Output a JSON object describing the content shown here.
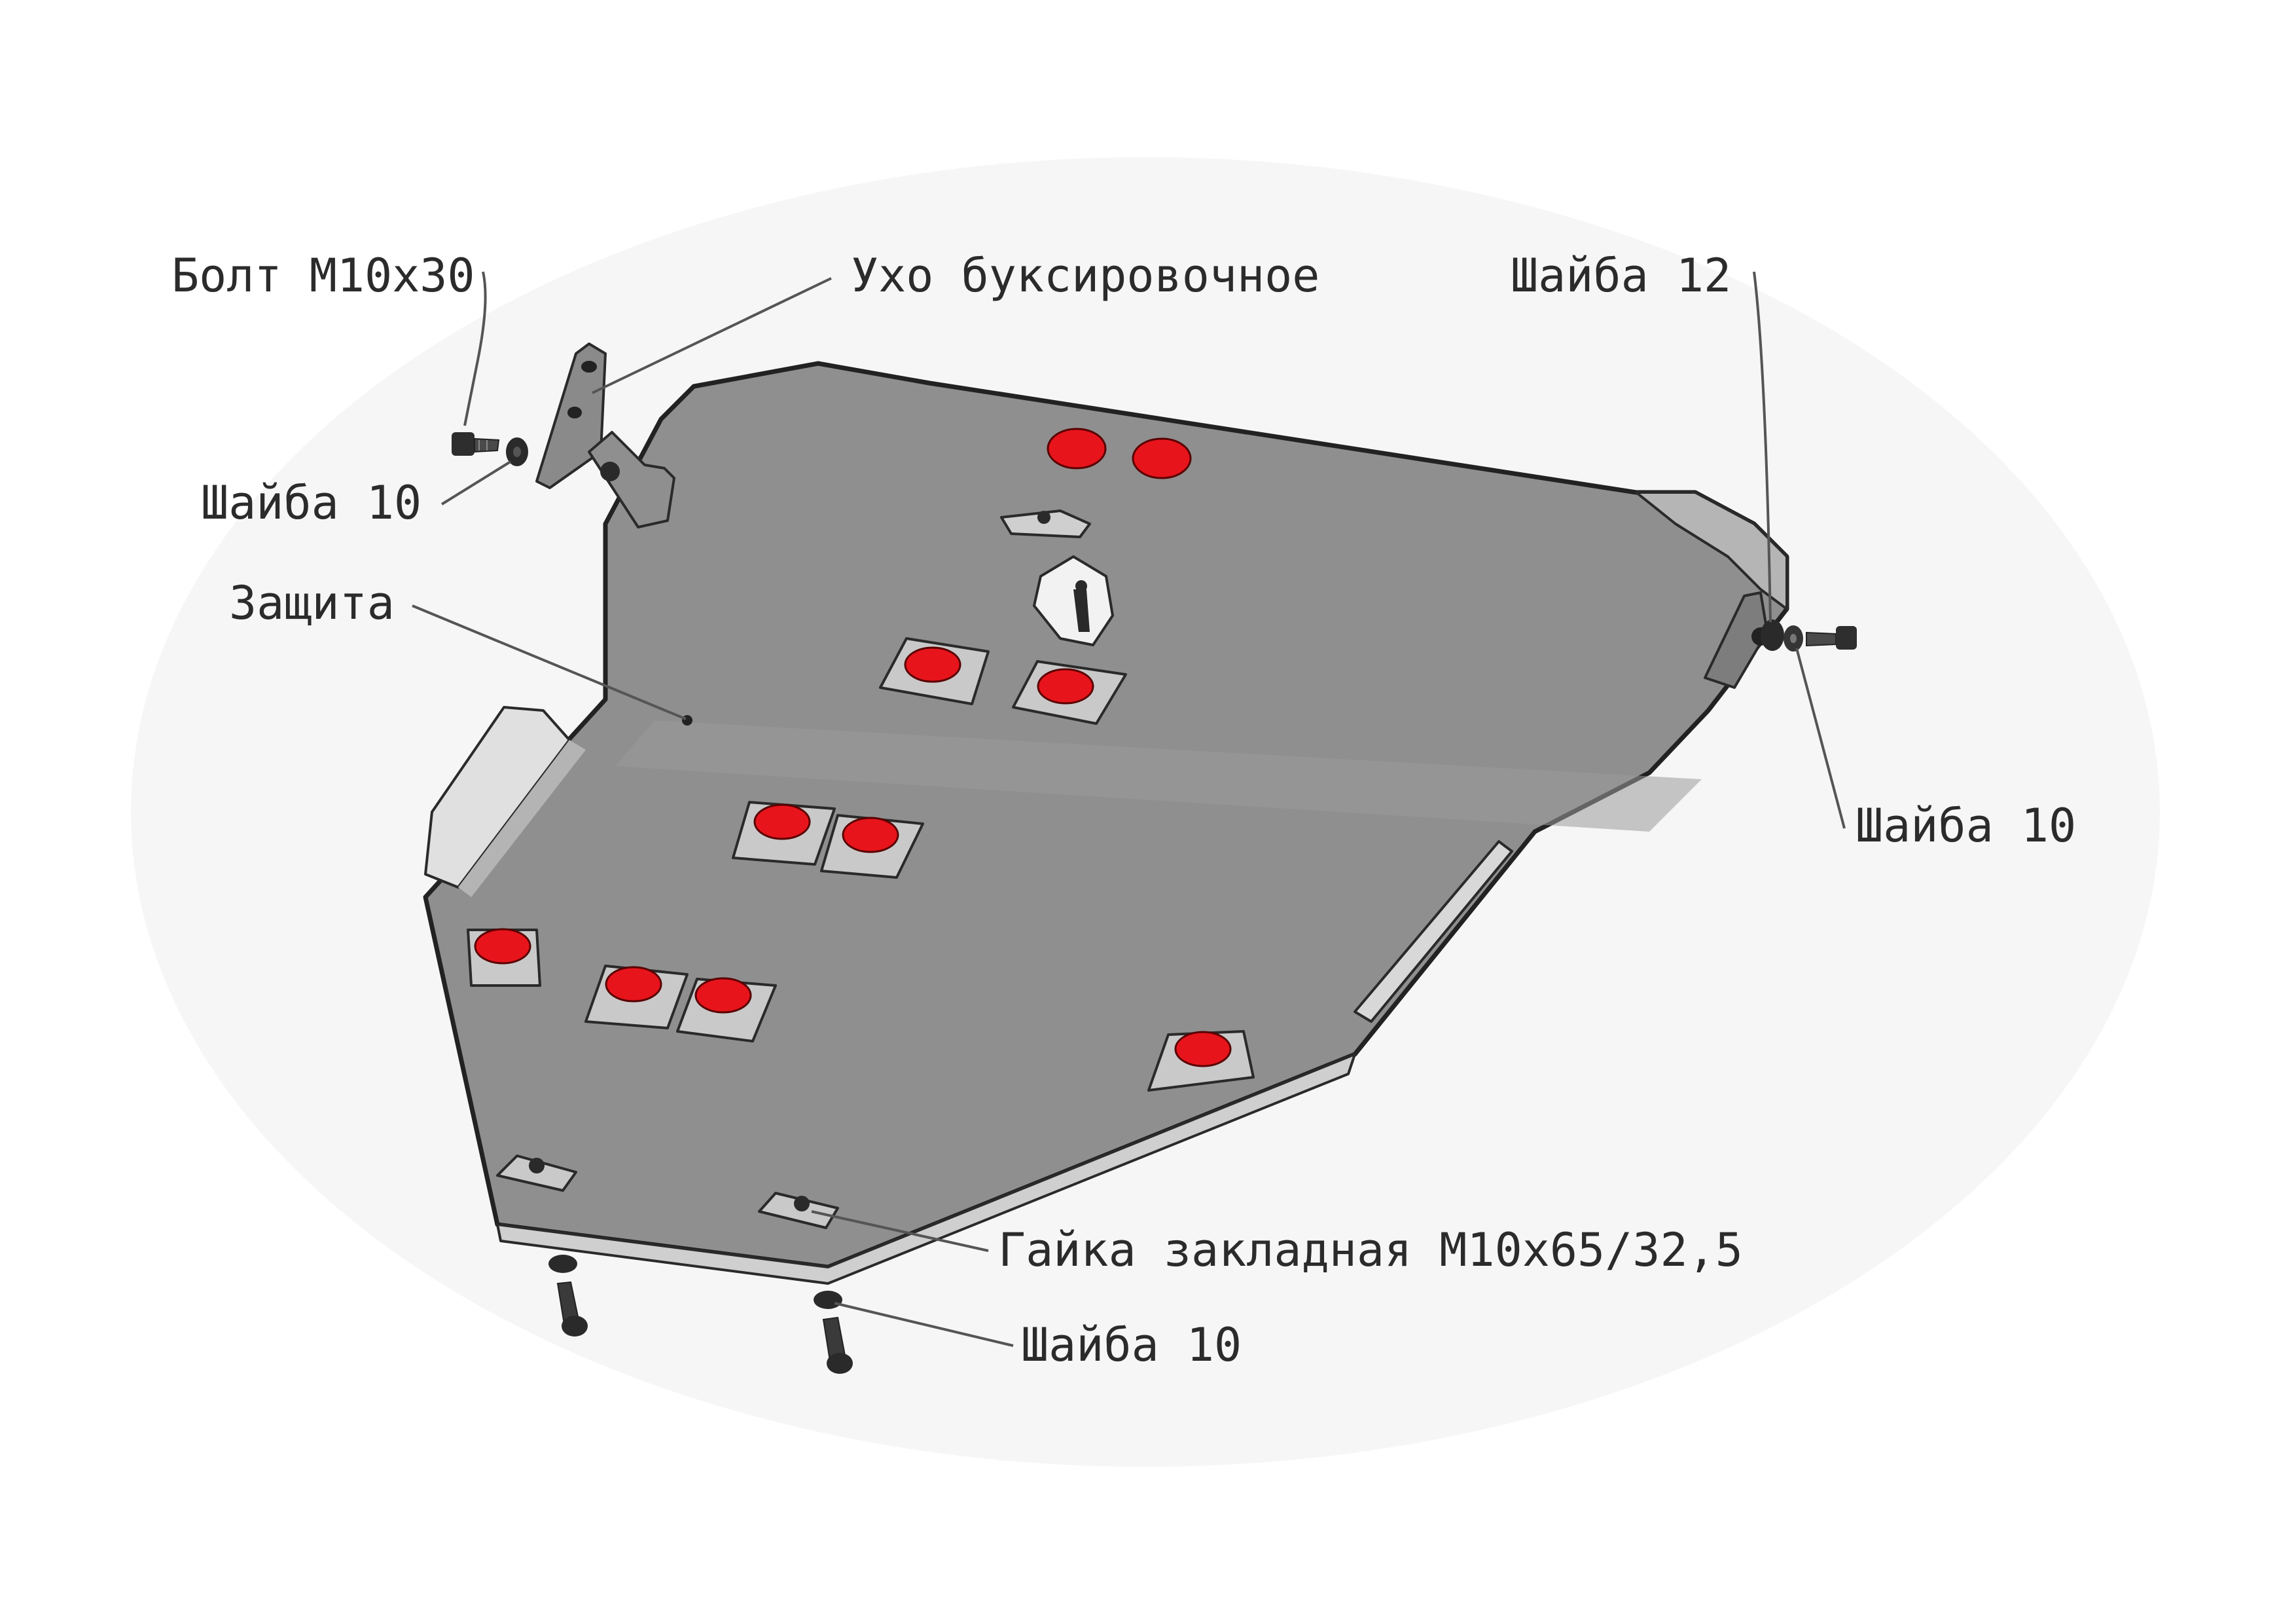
{
  "labels": {
    "bolt_m10x30": "Болт M10x30",
    "tow_eye": "Ухо буксировочное",
    "washer_12": "Шайба 12",
    "washer_10_left": "Шайба 10",
    "guard": "Защита",
    "washer_10_right": "Шайба 10",
    "embedded_nut": "Гайка закладная M10x65/32,5",
    "washer_10_bottom": "Шайба 10"
  },
  "colors": {
    "plate_fill": "#8f8f8f",
    "plate_edge": "#d9d9d9",
    "accent_red": "#e8141c",
    "pad_gray": "#c9c9c9",
    "hardware_dark": "#2a2a2a"
  }
}
